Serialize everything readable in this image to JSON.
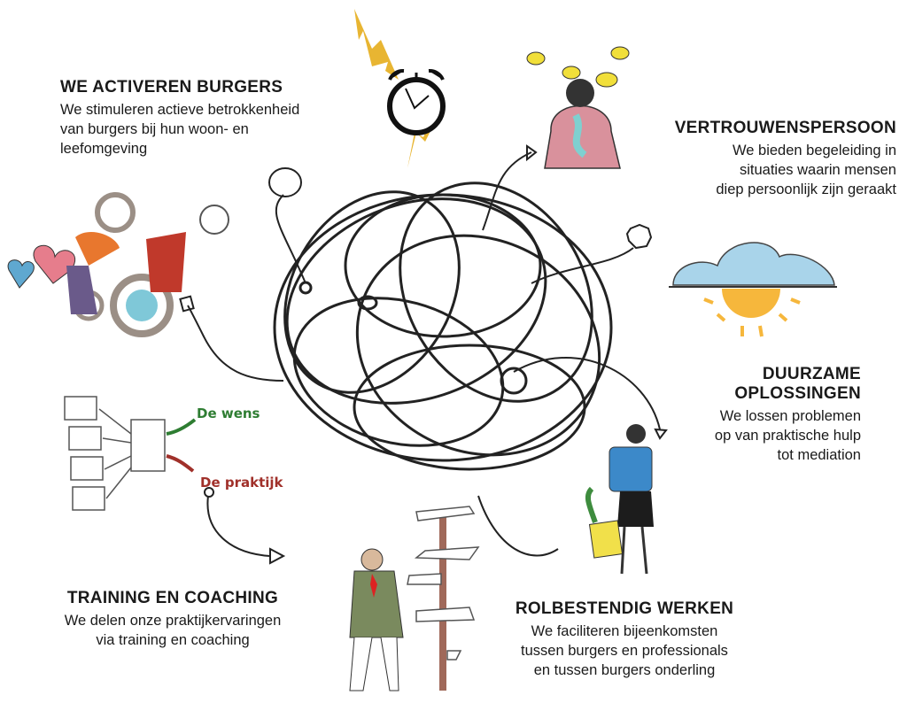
{
  "sections": {
    "activeren": {
      "title": "WE ACTIVEREN BURGERS",
      "lines": [
        "We stimuleren actieve betrokkenheid",
        "van burgers bij hun woon- en",
        "leefomgeving"
      ]
    },
    "vertrouwen": {
      "title": "VERTROUWENSPERSOON",
      "lines": [
        "We bieden begeleiding in",
        "situaties waarin mensen",
        "diep persoonlijk zijn geraakt"
      ]
    },
    "duurzaam": {
      "title_lines": [
        "DUURZAME",
        "OPLOSSINGEN"
      ],
      "lines": [
        "We lossen problemen",
        "op van praktische hulp",
        "tot mediation"
      ]
    },
    "training": {
      "title": "TRAINING EN COACHING",
      "lines": [
        "We delen onze praktijkervaringen",
        "via training en coaching"
      ]
    },
    "rolbestendig": {
      "title": "ROLBESTENDIG WERKEN",
      "lines": [
        "We faciliteren bijeenkomsten",
        "tussen burgers en professionals",
        "en tussen burgers onderling"
      ]
    }
  },
  "handwritten": {
    "wens": "De wens",
    "praktijk": "De praktijk"
  },
  "colors": {
    "wens": "#2e7d32",
    "praktijk": "#a0302a",
    "lightning": "#e8b532",
    "cloud": "#a9d4ea",
    "sun": "#f6b73c"
  }
}
